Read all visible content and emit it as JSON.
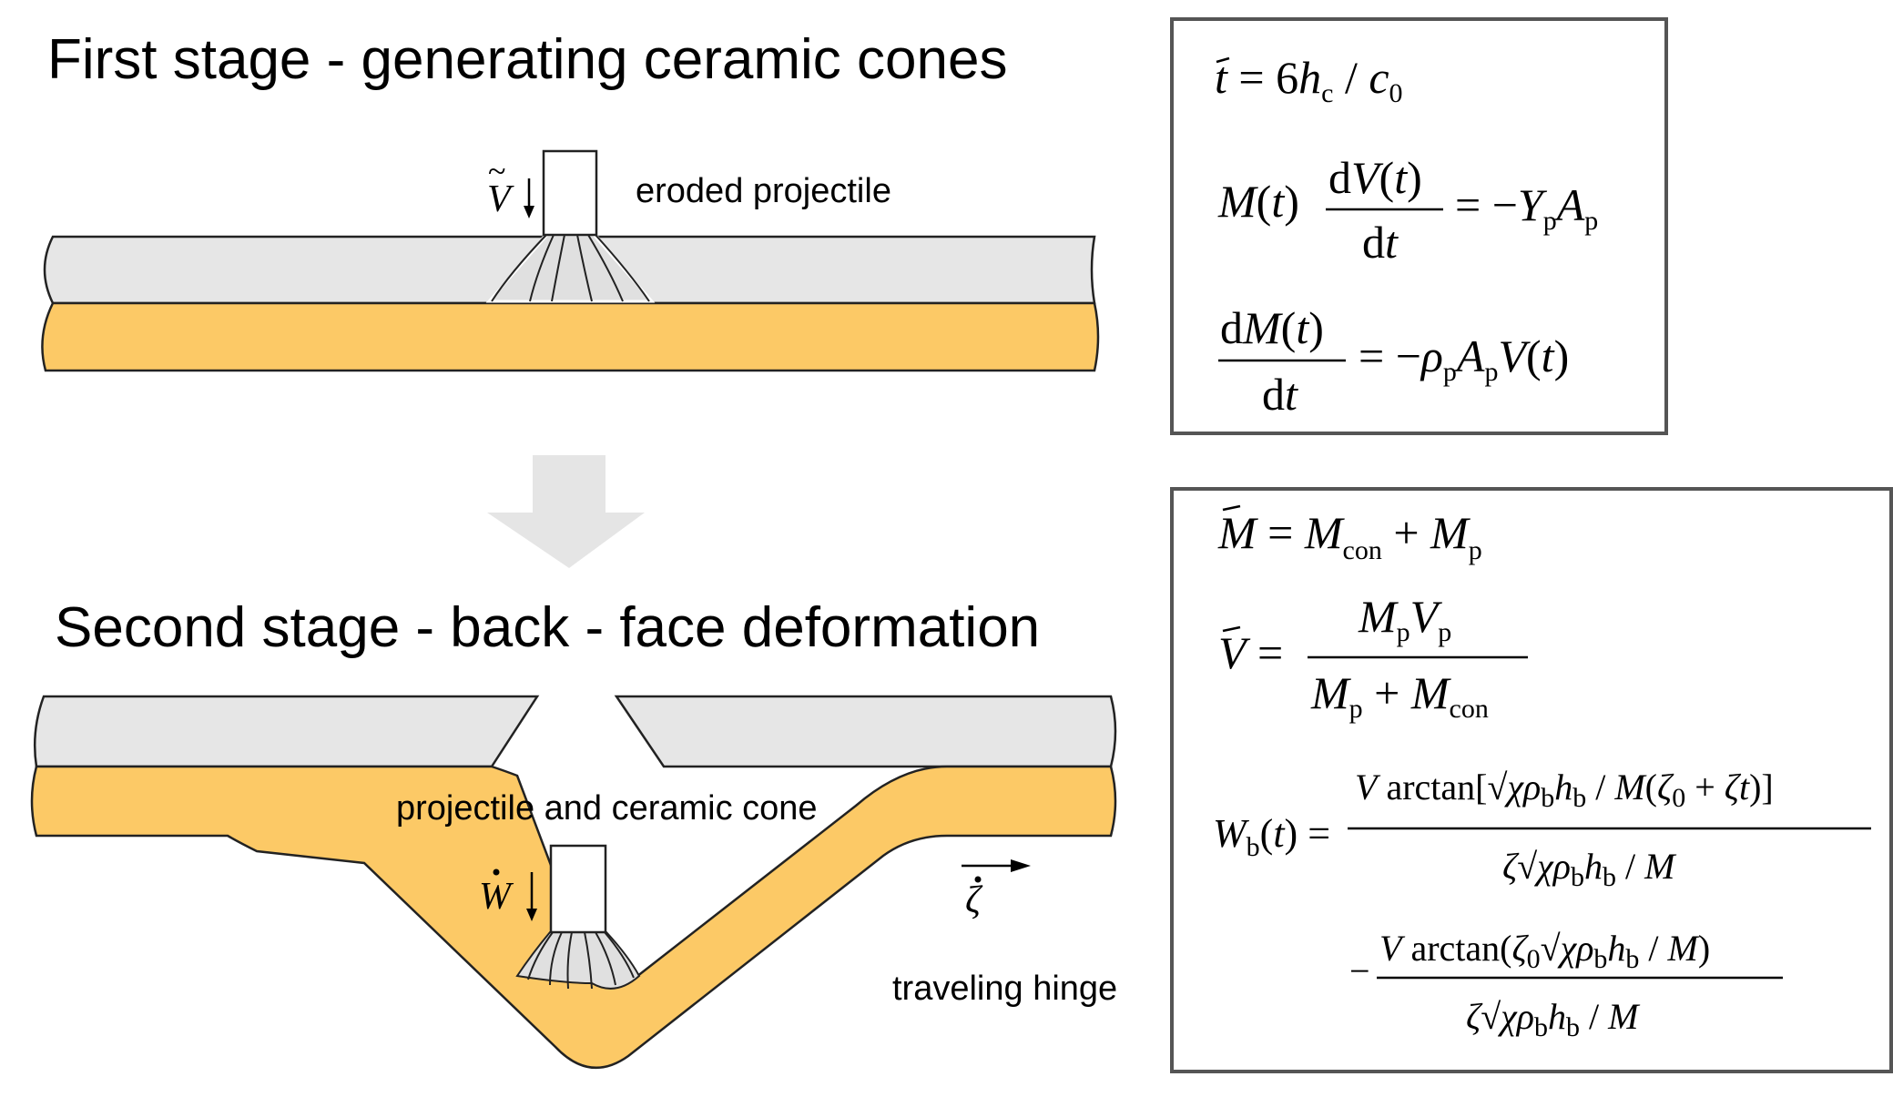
{
  "stage1": {
    "title": "First stage - generating ceramic cones",
    "label_projectile": "eroded projectile",
    "velocity_symbol": "V",
    "velocity_accent": "~"
  },
  "stage2": {
    "title": "Second stage - back - face deformation",
    "label_cone": "projectile and ceramic cone",
    "label_hinge": "traveling hinge",
    "deflection_symbol": "W",
    "hinge_symbol": "ζ"
  },
  "colors": {
    "ceramic": "#e6e6e6",
    "backing": "#fcc966",
    "outline": "#222222",
    "arrow": "#e5e5e5",
    "box_border": "#555555"
  },
  "icons": {
    "stage_transition": "down-arrow-icon"
  },
  "equations_top": [
    "t̃ = 6h_c / c_0",
    "M(t) dV(t)/dt = −Y_p A_p",
    "dM(t)/dt = −ρ_p A_p V(t)"
  ],
  "equations_bottom": [
    "M̃ = M_con + M_p",
    "Ṽ = M_p V_p / (M_p + M_con)",
    "W_b(t) = Ṽ arctan[√(χρ_b h_b / M̃)(ζ_0 + ζ̇t)] / (ζ̇√(χρ_b h_b / M̃)) − Ṽ arctan(ζ_0√(χρ_b h_b / M̃)) / (ζ̇√(χρ_b h_b / M̃))"
  ]
}
